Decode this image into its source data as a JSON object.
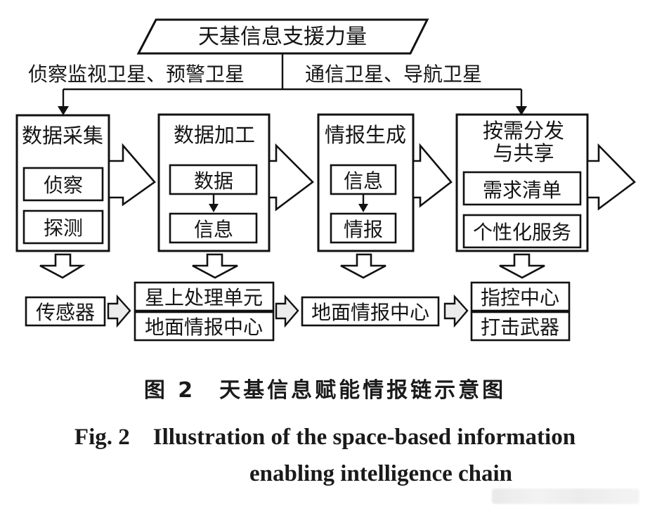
{
  "source": {
    "label": "天基信息支援力量",
    "left_branch": "侦察监视卫星、预警卫星",
    "right_branch": "通信卫星、导航卫星"
  },
  "stages": [
    {
      "title": "数据采集",
      "items": [
        "侦察",
        "探测"
      ],
      "internal_flow": false
    },
    {
      "title": "数据加工",
      "items": [
        "数据",
        "信息"
      ],
      "internal_flow": true
    },
    {
      "title": "情报生成",
      "items": [
        "信息",
        "情报"
      ],
      "internal_flow": true
    },
    {
      "title_line1": "按需分发",
      "title_line2": "与共享",
      "items": [
        "需求清单",
        "个性化服务"
      ],
      "internal_flow": false
    }
  ],
  "carriers": [
    {
      "items": [
        "传感器"
      ]
    },
    {
      "items": [
        "星上处理单元",
        "地面情报中心"
      ]
    },
    {
      "items": [
        "地面情报中心"
      ]
    },
    {
      "items": [
        "指控中心",
        "打击武器"
      ]
    }
  ],
  "caption": {
    "cn": "图 2　天基信息赋能情报链示意图",
    "en_line1": "Fig. 2　Illustration of the space-based information",
    "en_line2": "enabling intelligence chain"
  }
}
